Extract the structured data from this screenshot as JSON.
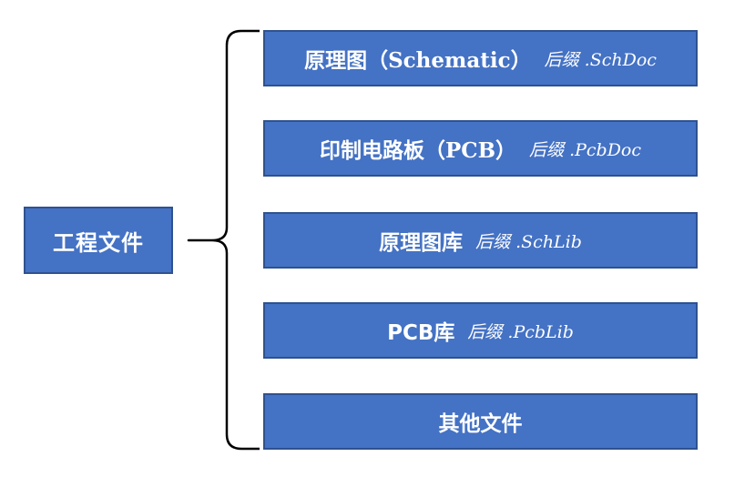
{
  "root": {
    "label": "工程文件"
  },
  "items": [
    {
      "label": "原理图（Schematic）",
      "suffix": "后缀 .SchDoc"
    },
    {
      "label": "印制电路板（PCB）",
      "suffix": "后缀 .PcbDoc"
    },
    {
      "label": "原理图库",
      "suffix": "后缀 .SchLib"
    },
    {
      "label": "PCB库",
      "suffix": "后缀 .PcbLib"
    },
    {
      "label": "其他文件",
      "suffix": ""
    }
  ],
  "colors": {
    "box_fill": "#4472c4",
    "box_border": "#2f528f",
    "text": "#ffffff",
    "brace": "#000000"
  }
}
